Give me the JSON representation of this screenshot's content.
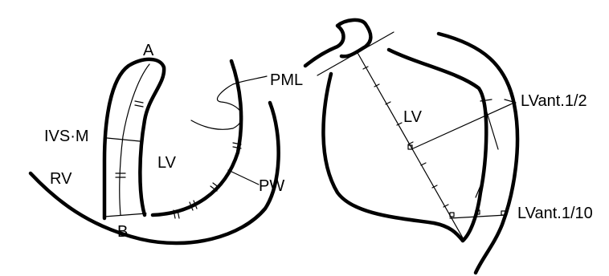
{
  "left_view": {
    "labels": {
      "a": "A",
      "b": "B",
      "ivs_m": "IVS·M",
      "rv": "RV",
      "lv": "LV",
      "pw": "PW",
      "pml": "PML"
    }
  },
  "right_view": {
    "labels": {
      "lv": "LV",
      "lvant_half": "LVant.1/2",
      "lvant_tenth": "LVant.1/10"
    }
  },
  "colors": {
    "ink": "#000000",
    "background": "#ffffff"
  }
}
